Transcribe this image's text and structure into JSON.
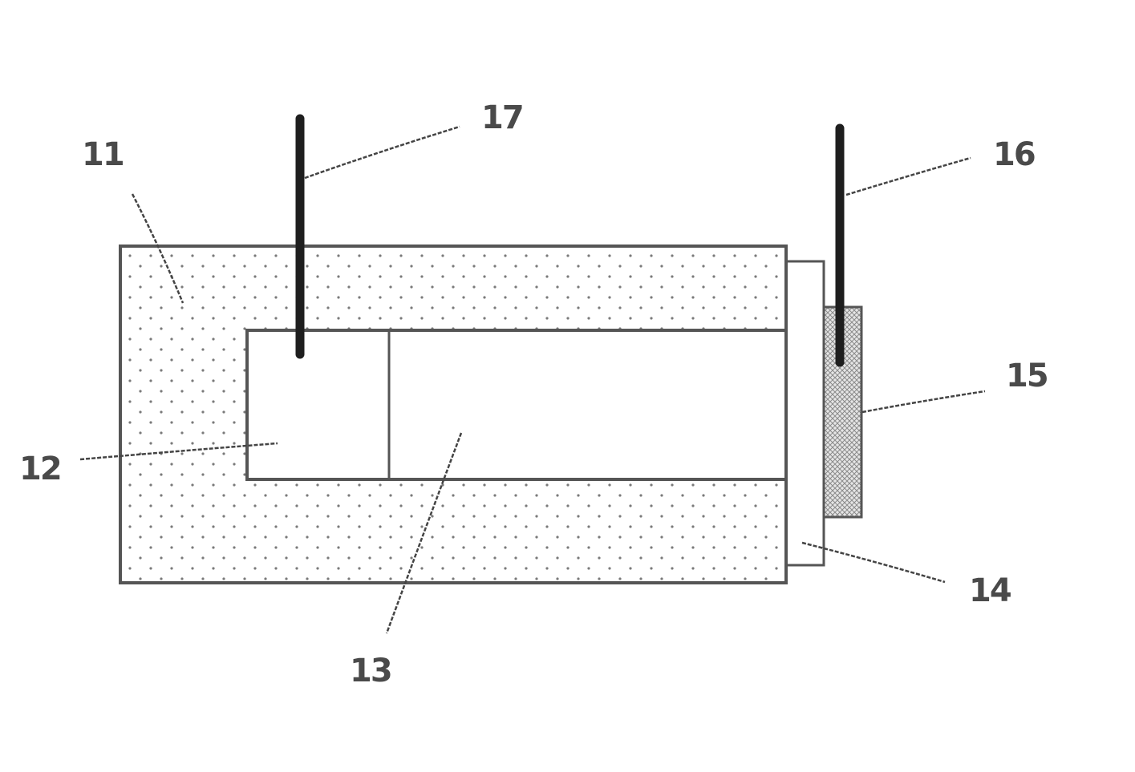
{
  "figure": {
    "labels": {
      "l11": "11",
      "l12": "12",
      "l13": "13",
      "l14": "14",
      "l15": "15",
      "l16": "16",
      "l17": "17"
    },
    "colors": {
      "line": "#555555",
      "electrode": "#1e1e1e",
      "label": "#4a4a4a",
      "stipple": "#7a7a7a",
      "crosshatch": "#8a8a8a",
      "background": "#ffffff"
    }
  }
}
